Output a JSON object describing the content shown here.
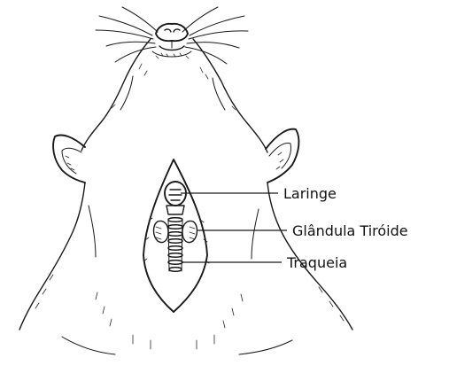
{
  "labels": {
    "larynx": "Laringe",
    "thyroid": "Glândula Tiróide",
    "trachea": "Traqueia"
  }
}
